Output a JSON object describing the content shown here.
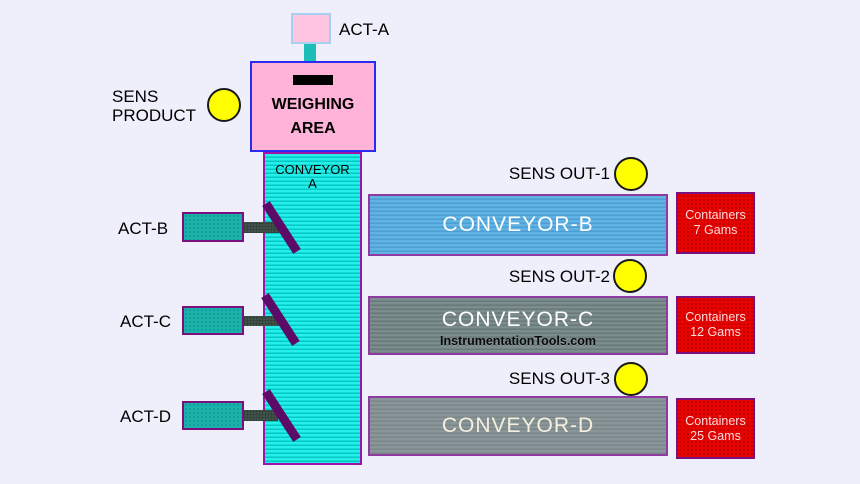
{
  "palette": {
    "background": "#EFEFFB",
    "weighing_pink": "#FFB3D9",
    "act_a_pink": "#FFC4DF",
    "weighing_border_blue": "#2B2BEF",
    "act_a_border_lightblue": "#A6D2F2",
    "connector_teal": "#1FBDB9",
    "conveyor_a_cyan": "#26EFE9",
    "conveyor_a_cyan_stripe": "#00C9C4",
    "conveyor_border_purple": "#8F3AA0",
    "actuator_teal": "#1CB2AC",
    "actuator_border_purple": "#7A1080",
    "rod_dark": "#41524B",
    "diverter_arm_purple": "#5C0C66",
    "conveyor_b_blue": "#61B3E3",
    "conveyor_c_gray": "#7C8D8E",
    "conveyor_d_gray": "#8A9699",
    "container_red": "#E80303",
    "container_text": "#FFD9D9",
    "sensor_yellow": "#FFFF00",
    "label_black": "#000000",
    "conveyor_label_white": "#FFFFFF"
  },
  "station": {
    "act_a_label": "ACT-A",
    "weighing_area_label": "WEIGHING\nAREA",
    "sens_product_label": "SENS\nPRODUCT"
  },
  "conveyor_a": {
    "label": "CONVEYOR\nA"
  },
  "actuators": [
    {
      "label": "ACT-B"
    },
    {
      "label": "ACT-C"
    },
    {
      "label": "ACT-D"
    }
  ],
  "lines": [
    {
      "sensor_label": "SENS OUT-1",
      "conveyor_label": "CONVEYOR-B",
      "container_label": "Containers\n7 Gams"
    },
    {
      "sensor_label": "SENS OUT-2",
      "conveyor_label": "CONVEYOR-C",
      "container_label": "Containers\n12 Gams",
      "watermark": "InstrumentationTools.com"
    },
    {
      "sensor_label": "SENS OUT-3",
      "conveyor_label": "CONVEYOR-D",
      "container_label": "Containers\n25 Gams"
    }
  ]
}
